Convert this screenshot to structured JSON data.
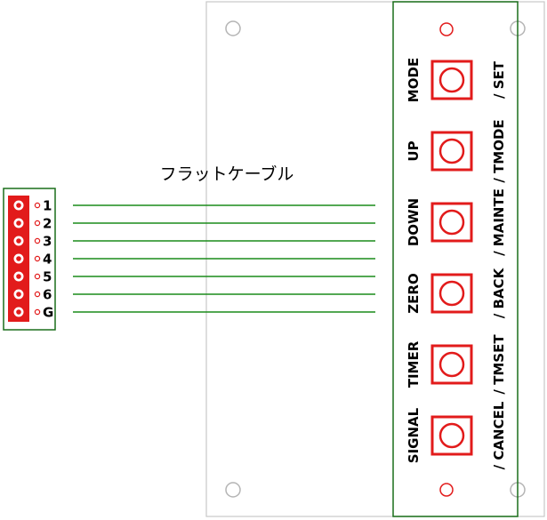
{
  "diagram": {
    "cable_label": "フラットケーブル",
    "connector": {
      "pins": [
        "1",
        "2",
        "3",
        "4",
        "5",
        "6",
        "G"
      ]
    },
    "buttons": [
      {
        "name": "MODE",
        "function": "/ SET"
      },
      {
        "name": "UP",
        "function": "/ TMODE"
      },
      {
        "name": "DOWN",
        "function": "/ MAINTE"
      },
      {
        "name": "ZERO",
        "function": "/ BACK"
      },
      {
        "name": "TIMER",
        "function": "/ TMSET"
      },
      {
        "name": "SIGNAL",
        "function": "/ CANCEL"
      }
    ],
    "colors": {
      "board_outline": "#c8c8c8",
      "pcb_outline": "#1a6e1a",
      "cable": "#1a8c1a",
      "pad": "#e21b1b",
      "hole": "#b4b4b4",
      "text": "#000000"
    }
  }
}
